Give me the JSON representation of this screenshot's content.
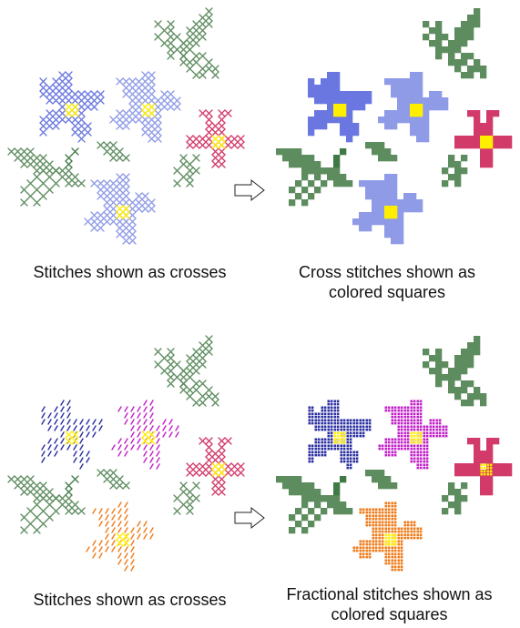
{
  "figures": [
    {
      "left": {
        "caption": "Stitches shown as crosses",
        "mode": "cross"
      },
      "right": {
        "caption_lines": [
          "Cross stitches shown as",
          "colored squares"
        ],
        "mode": "square"
      }
    },
    {
      "left": {
        "caption": "Stitches shown as crosses",
        "mode": "cross"
      },
      "right": {
        "caption_lines": [
          "Fractional stitches shown as",
          "colored squares"
        ],
        "mode": "fractional"
      }
    }
  ],
  "arrow_icon": "hollow-right-arrow",
  "colors": {
    "blue_flower": "#8f9be6",
    "blue_flower_dark": "#6a77e0",
    "center_yellow": "#ffee00",
    "pink_flower": "#d23a6a",
    "leaf_green": "#5d8c5f",
    "leaf_dark": "#3f7a45",
    "navy": "#2a2ea0",
    "magenta": "#c020c8",
    "orange": "#f07a18",
    "olive": "#7aa07a"
  }
}
